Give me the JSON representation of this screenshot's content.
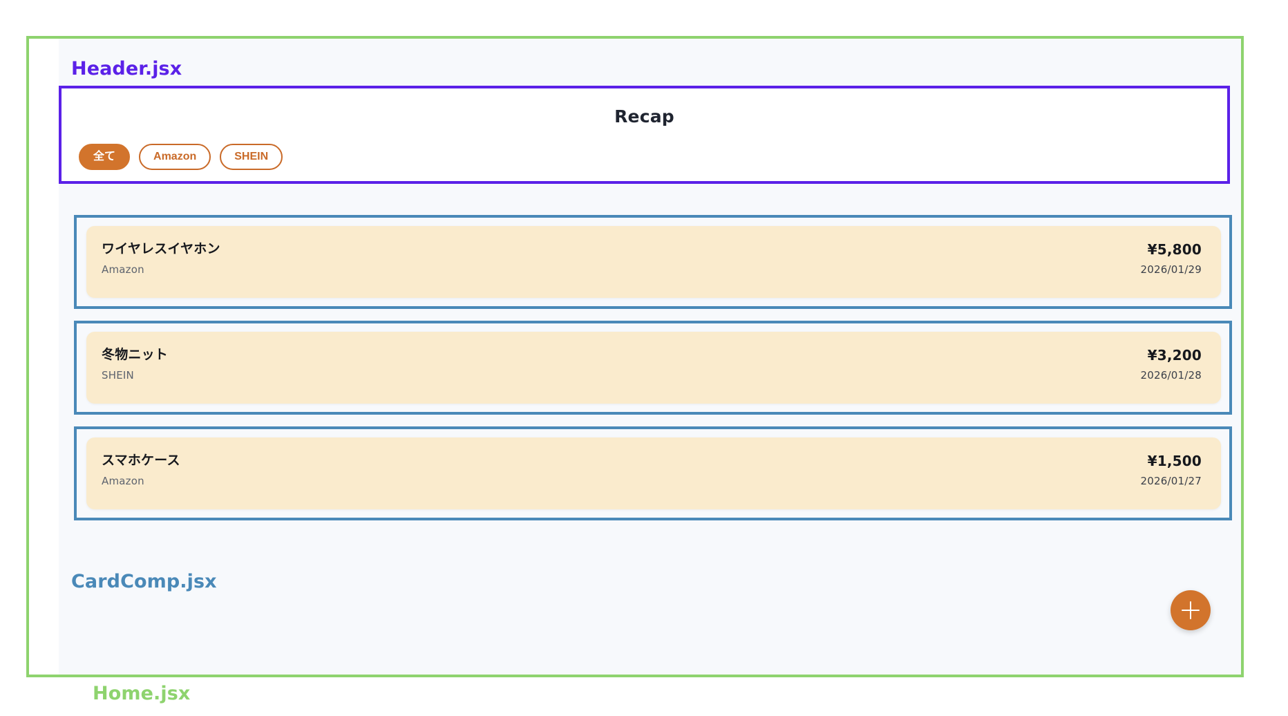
{
  "annotations": {
    "home": {
      "label": "Home.jsx",
      "color": "#8ed36e"
    },
    "header": {
      "label": "Header.jsx",
      "color": "#5b21e8"
    },
    "card_component": {
      "label": "CardComp.jsx",
      "color": "#4a89b8"
    }
  },
  "header": {
    "title": "Recap",
    "filters": [
      {
        "label": "全て",
        "active": true
      },
      {
        "label": "Amazon",
        "active": false
      },
      {
        "label": "SHEIN",
        "active": false
      }
    ]
  },
  "cards": [
    {
      "title": "ワイヤレスイヤホン",
      "shop": "Amazon",
      "price": "¥5,800",
      "date": "2026/01/29"
    },
    {
      "title": "冬物ニット",
      "shop": "SHEIN",
      "price": "¥3,200",
      "date": "2026/01/28"
    },
    {
      "title": "スマホケース",
      "shop": "Amazon",
      "price": "¥1,500",
      "date": "2026/01/27"
    }
  ],
  "fab": {
    "icon": "plus-icon",
    "label": "+",
    "color": "#d2742c"
  },
  "colors": {
    "accent_orange": "#d2742c",
    "chip_outline": "#c96a28",
    "card_background": "#faebcd",
    "page_background": "#f7f9fc",
    "text_primary": "#16181d",
    "text_muted": "#5d636e"
  }
}
